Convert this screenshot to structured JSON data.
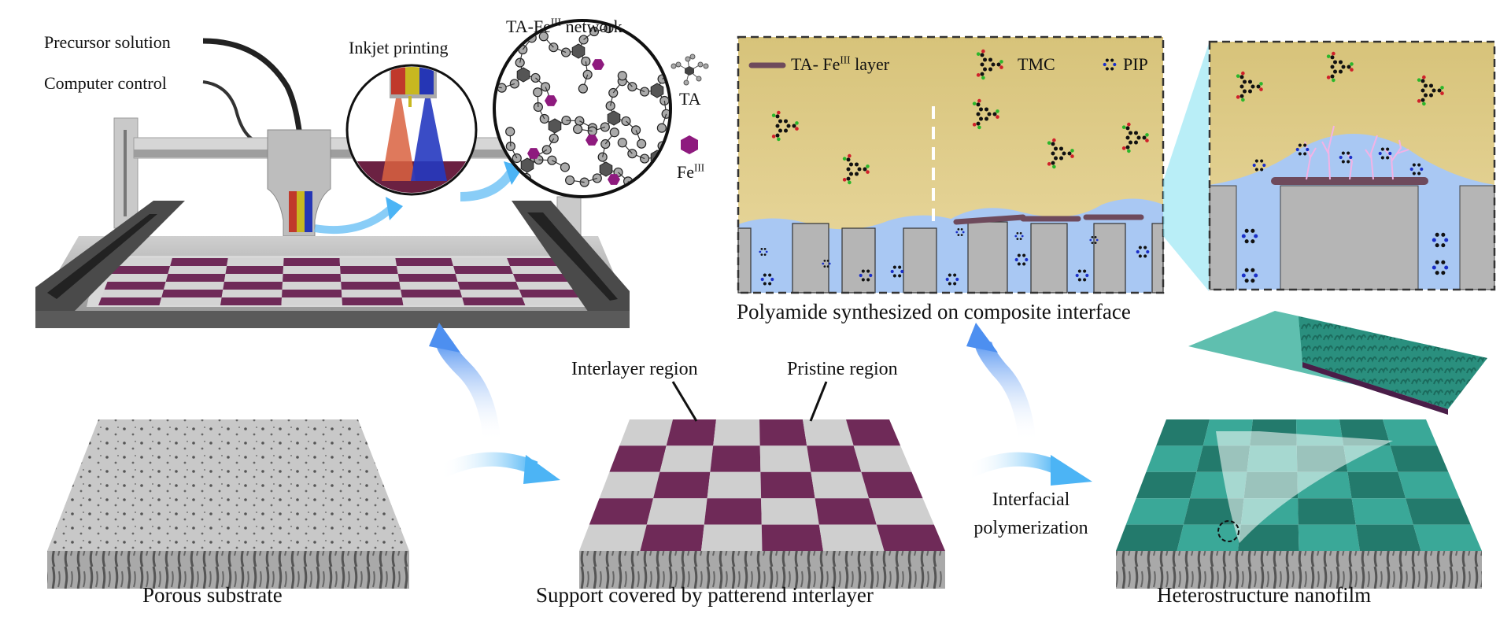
{
  "printer_panel": {
    "precursor_label": "Precursor solution",
    "computer_label": "Computer control",
    "inkjet_label": "Inkjet printing",
    "network_label_prefix": "TA-Fe",
    "network_label_sup": "III",
    "network_label_suffix": " network",
    "legend_ta": "TA",
    "legend_fe_prefix": "Fe",
    "legend_fe_sup": "III",
    "ink_colors": [
      "#c0392b",
      "#c8b820",
      "#2536b5"
    ]
  },
  "interface_panel": {
    "legend_layer_prefix": "TA- Fe",
    "legend_layer_sup": "III",
    "legend_layer_suffix": " layer",
    "legend_tmc": "TMC",
    "legend_pip": "PIP",
    "caption": "Polyamide synthesized on composite interface",
    "colors": {
      "organic": "#dcc678",
      "aqueous": "#a9c8f3",
      "support": "#b5b5b5",
      "interlayer": "#6e4a5c",
      "polyamide": "#f2b3e6"
    }
  },
  "steps": {
    "porous_substrate": "Porous substrate",
    "interlayer_region": "Interlayer region",
    "pristine_region": "Pristine region",
    "patterned_support": "Support covered by patterend interlayer",
    "interfacial_line1": "Interfacial",
    "interfacial_line2": "polymerization",
    "heterostructure": "Heterostructure nanofilm",
    "colors": {
      "purple": "#6f2a58",
      "teal": "#2f9c8a",
      "arrow": "#5aa9f0"
    }
  }
}
